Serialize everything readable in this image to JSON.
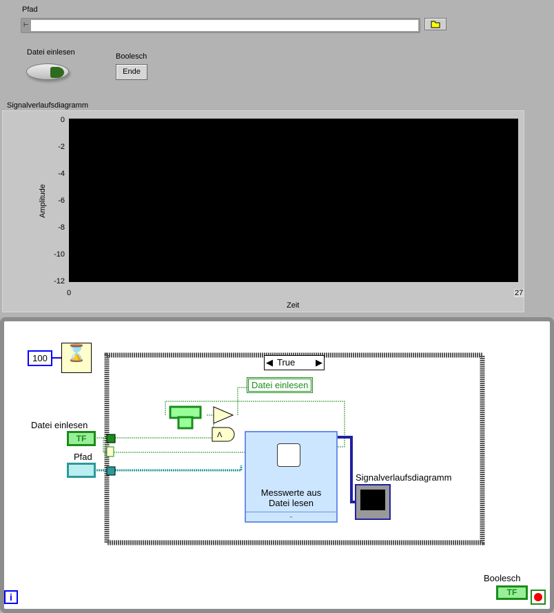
{
  "front_panel": {
    "path_label": "Pfad",
    "path_value": "",
    "read_button_label": "Datei einlesen",
    "stop_label": "Boolesch",
    "stop_button": "Ende",
    "chart_label": "Signalverlaufsdiagramm",
    "chart_data": {
      "type": "line",
      "title": "Signalverlaufsdiagramm",
      "xlabel": "Zeit",
      "ylabel": "Amplitude",
      "xlim": [
        0,
        27
      ],
      "ylim": [
        -12,
        0
      ],
      "x_ticks": [
        "0",
        "27"
      ],
      "y_ticks": [
        "0",
        "-2",
        "-4",
        "-6",
        "-8",
        "-10",
        "-12"
      ],
      "series": []
    }
  },
  "block_diagram": {
    "wait_constant": "100",
    "case_selector": "True",
    "local_variable": "Datei einlesen",
    "terminal_read": "Datei einlesen",
    "terminal_read_glyph": "TF",
    "terminal_path": "Pfad",
    "express_vi": [
      "Messwerte aus",
      "Datei lesen"
    ],
    "chart_terminal": "Signalverlaufsdiagramm",
    "stop_terminal": "Boolesch",
    "stop_glyph": "TF",
    "info_icon": "i",
    "colors": {
      "boolean": "#1a8c1a",
      "path": "#2b9a9a",
      "numeric": "#0000ff",
      "waveform": "#2020a0",
      "express": "#cce6ff"
    }
  }
}
